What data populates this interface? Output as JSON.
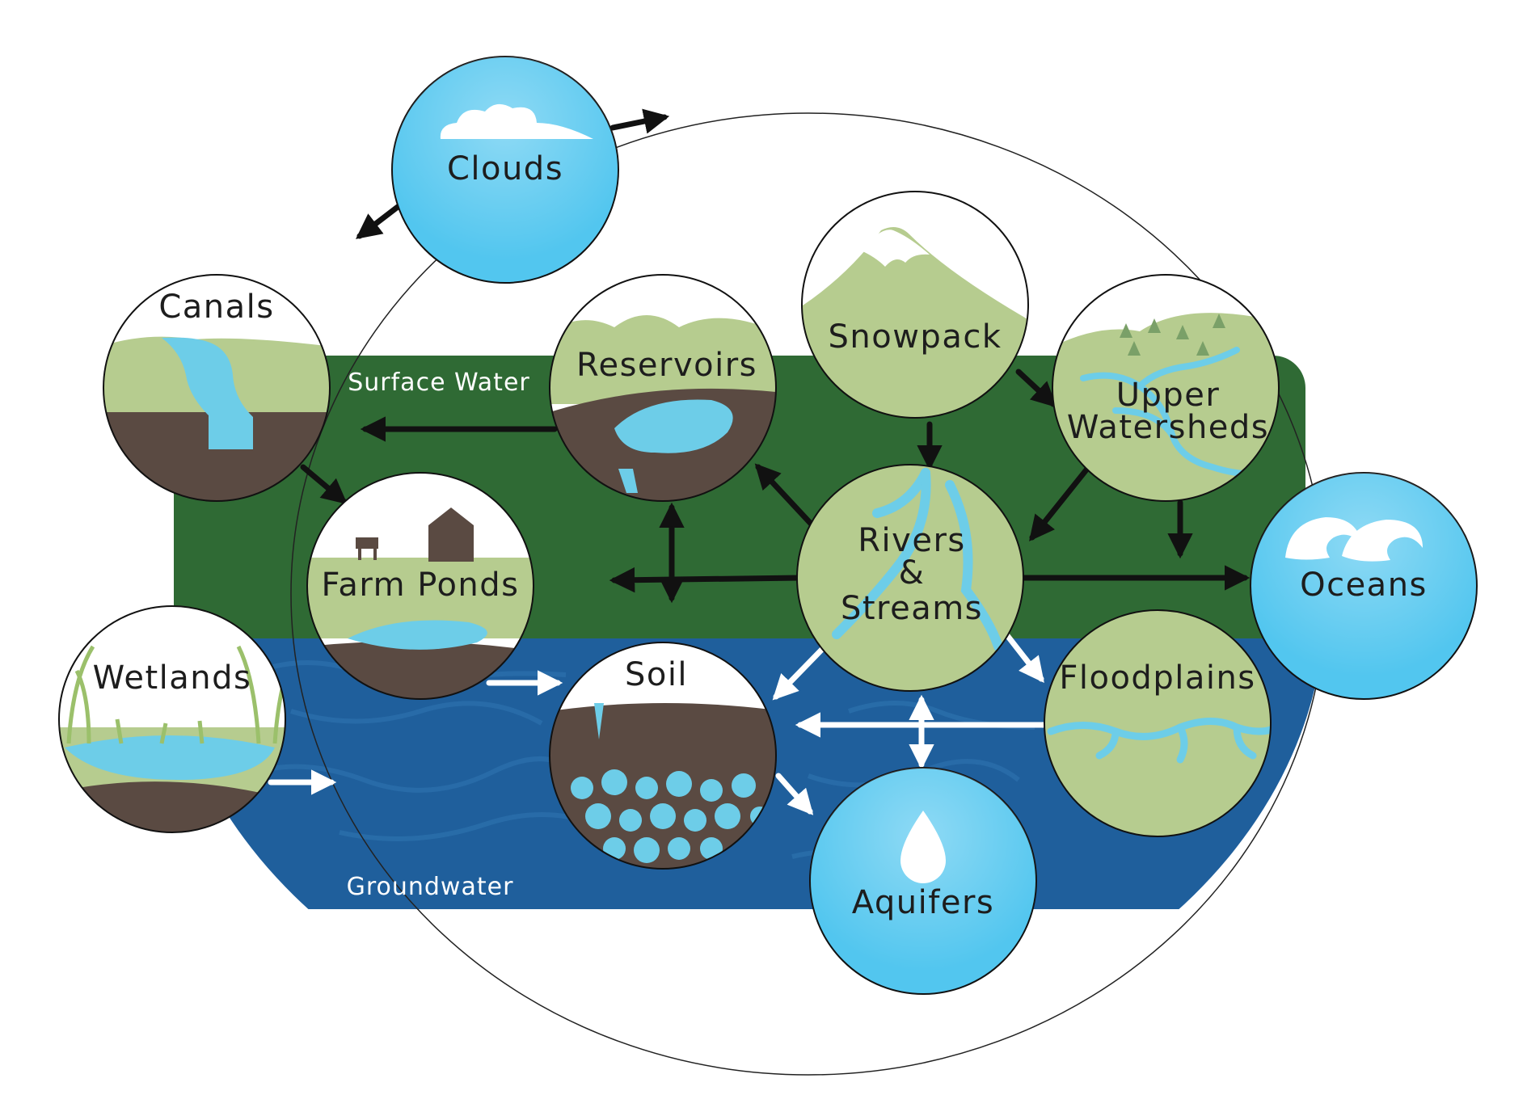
{
  "zones": {
    "surface": {
      "label": "Surface Water",
      "color": "#2f6a34"
    },
    "ground": {
      "label": "Groundwater",
      "color": "#1f5f9c"
    }
  },
  "colors": {
    "sky_blue": "#52c6ef",
    "hill_green": "#b6cc8f",
    "soil_brown": "#5a4a42",
    "water_light": "#6dcde8",
    "arrow_black": "#111111",
    "arrow_white": "#ffffff"
  },
  "nodes": {
    "clouds": {
      "label": "Clouds",
      "icon": "cloud-icon"
    },
    "canals": {
      "label": "Canals",
      "icon": "canal-icon"
    },
    "reservoirs": {
      "label": "Reservoirs",
      "icon": "reservoir-icon"
    },
    "snowpack": {
      "label": "Snowpack",
      "icon": "mountain-snow-icon"
    },
    "upper_watersheds": {
      "label_line1": "Upper",
      "label_line2": "Watersheds",
      "icon": "watershed-icon"
    },
    "farm_ponds": {
      "label": "Farm Ponds",
      "icon": "barn-cow-icon"
    },
    "rivers_streams": {
      "label_line1": "Rivers",
      "label_line2": "&",
      "label_line3": "Streams",
      "icon": "river-icon"
    },
    "oceans": {
      "label": "Oceans",
      "icon": "wave-icon"
    },
    "wetlands": {
      "label": "Wetlands",
      "icon": "reeds-icon"
    },
    "soil": {
      "label": "Soil",
      "icon": "soil-pores-icon"
    },
    "floodplains": {
      "label": "Floodplains",
      "icon": "floodplain-icon"
    },
    "aquifers": {
      "label": "Aquifers",
      "icon": "water-drop-icon"
    }
  }
}
